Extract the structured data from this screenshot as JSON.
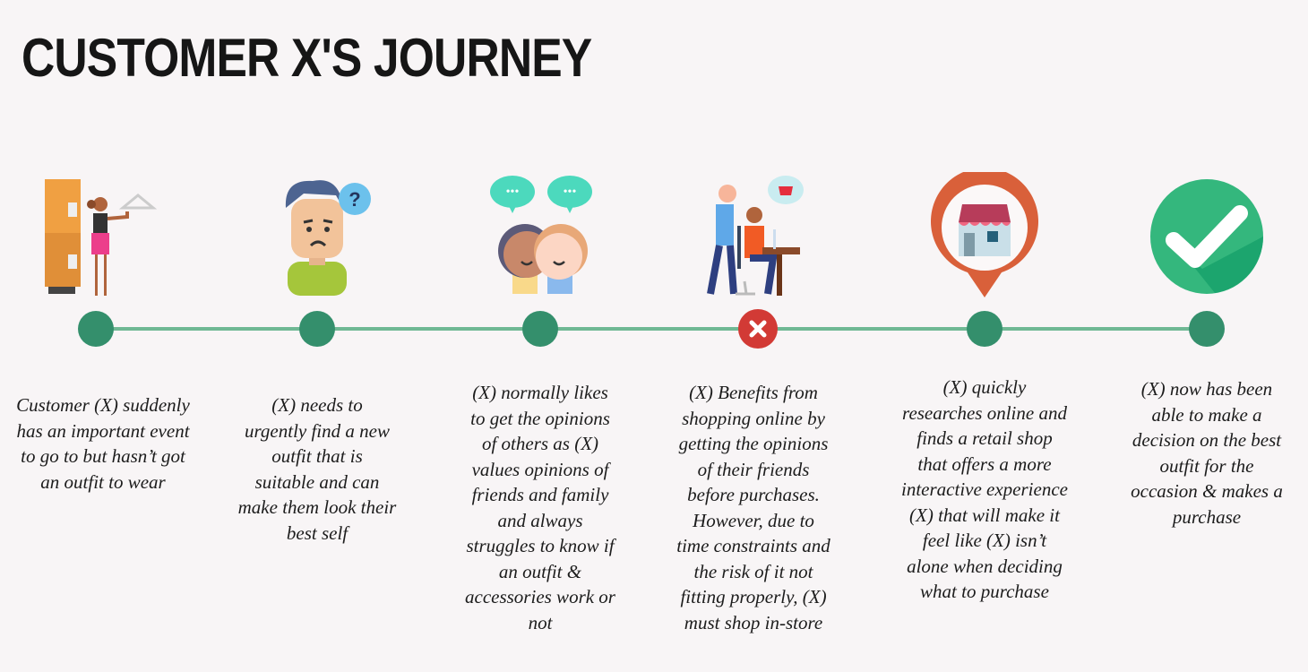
{
  "title": "CUSTOMER X'S JOURNEY",
  "colors": {
    "timeline": "#6fb894",
    "node": "#348f6c",
    "fail_node": "#d23a35",
    "check": "#34b77d",
    "pin": "#d9603a"
  },
  "steps": [
    {
      "icon": "wardrobe-person-icon",
      "node": "normal",
      "text": "Customer (X) suddenly\nhas an important event\nto go to but hasn’t got\nan outfit to wear"
    },
    {
      "icon": "confused-person-icon",
      "node": "normal",
      "text": "(X) needs to\nurgently find a new\noutfit that is\nsuitable and can\nmake them look their\nbest self"
    },
    {
      "icon": "friends-chat-icon",
      "node": "normal",
      "text": "(X) normally likes\nto get the opinions\nof others as (X)\nvalues opinions of\nfriends and family\nand always\nstruggles to know if\nan outfit &\naccessories work or\nnot"
    },
    {
      "icon": "online-shopping-icon",
      "node": "fail",
      "text": "(X) Benefits from\nshopping online by\ngetting the opinions\nof their friends\nbefore purchases.\nHowever, due to\ntime constraints and\nthe risk of it not\nfitting properly, (X)\nmust shop in-store"
    },
    {
      "icon": "shop-location-pin-icon",
      "node": "normal",
      "text": "(X) quickly\nresearches online and\nfinds a retail shop\nthat offers a more\ninteractive experience\n(X) that will make it\nfeel like (X) isn’t\nalone when deciding\nwhat to purchase"
    },
    {
      "icon": "checkmark-icon",
      "node": "normal",
      "text": "(X) now has been\nable to make a\ndecision on the best\noutfit for the\noccasion & makes a\npurchase"
    }
  ]
}
